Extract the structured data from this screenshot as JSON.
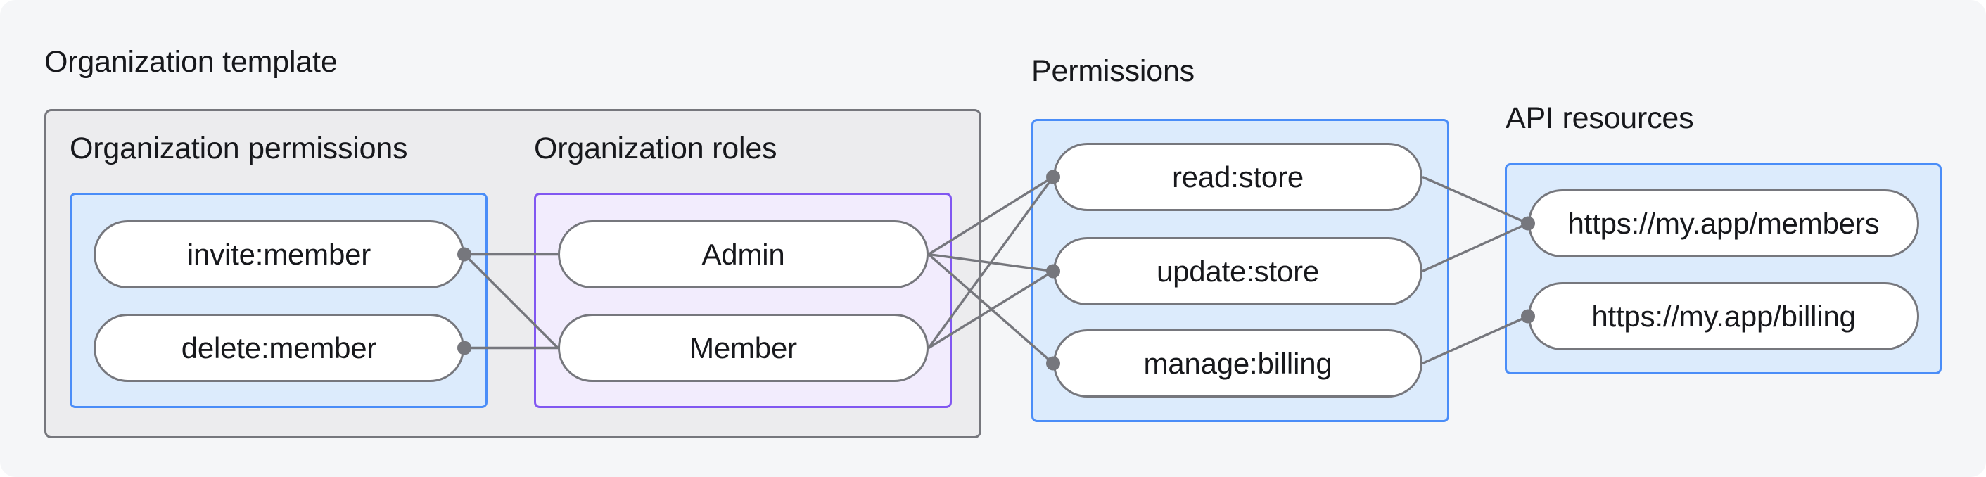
{
  "diagram": {
    "title": "Organization template",
    "sections": {
      "org_permissions": {
        "title": "Organization permissions"
      },
      "org_roles": {
        "title": "Organization roles"
      },
      "permissions": {
        "title": "Permissions"
      },
      "api_resources": {
        "title": "API resources"
      }
    }
  },
  "nodes": {
    "invite_member": {
      "label": "invite:member"
    },
    "delete_member": {
      "label": "delete:member"
    },
    "admin": {
      "label": "Admin"
    },
    "member": {
      "label": "Member"
    },
    "read_store": {
      "label": "read:store"
    },
    "update_store": {
      "label": "update:store"
    },
    "manage_billing": {
      "label": "manage:billing"
    },
    "members_api": {
      "label": "https://my.app/members"
    },
    "billing_api": {
      "label": "https://my.app/billing"
    }
  },
  "edges": [
    [
      "invite_member",
      "admin"
    ],
    [
      "invite_member",
      "member"
    ],
    [
      "delete_member",
      "member"
    ],
    [
      "admin",
      "read_store"
    ],
    [
      "admin",
      "update_store"
    ],
    [
      "admin",
      "manage_billing"
    ],
    [
      "member",
      "read_store"
    ],
    [
      "member",
      "update_store"
    ],
    [
      "read_store",
      "members_api"
    ],
    [
      "update_store",
      "members_api"
    ],
    [
      "manage_billing",
      "billing_api"
    ]
  ],
  "dots": [
    {
      "node": "invite_member",
      "side": "right"
    },
    {
      "node": "delete_member",
      "side": "right"
    },
    {
      "node": "read_store",
      "side": "left"
    },
    {
      "node": "update_store",
      "side": "left"
    },
    {
      "node": "manage_billing",
      "side": "left"
    },
    {
      "node": "members_api",
      "side": "left"
    },
    {
      "node": "billing_api",
      "side": "left"
    }
  ],
  "style": {
    "connector_width": 3.4,
    "dot_radius": 10
  },
  "colors": {
    "page_bg": "#f5f6f8",
    "panel_fill": "#ececee",
    "panel_border": "#76777d",
    "blue_fill": "#dcebfc",
    "blue_border": "#4a8df8",
    "purple_fill": "#f2ecfd",
    "purple_border": "#8157f1",
    "pill_fill": "#ffffff",
    "pill_border": "#76777d",
    "connector": "#76777d",
    "text": "#17181c"
  }
}
